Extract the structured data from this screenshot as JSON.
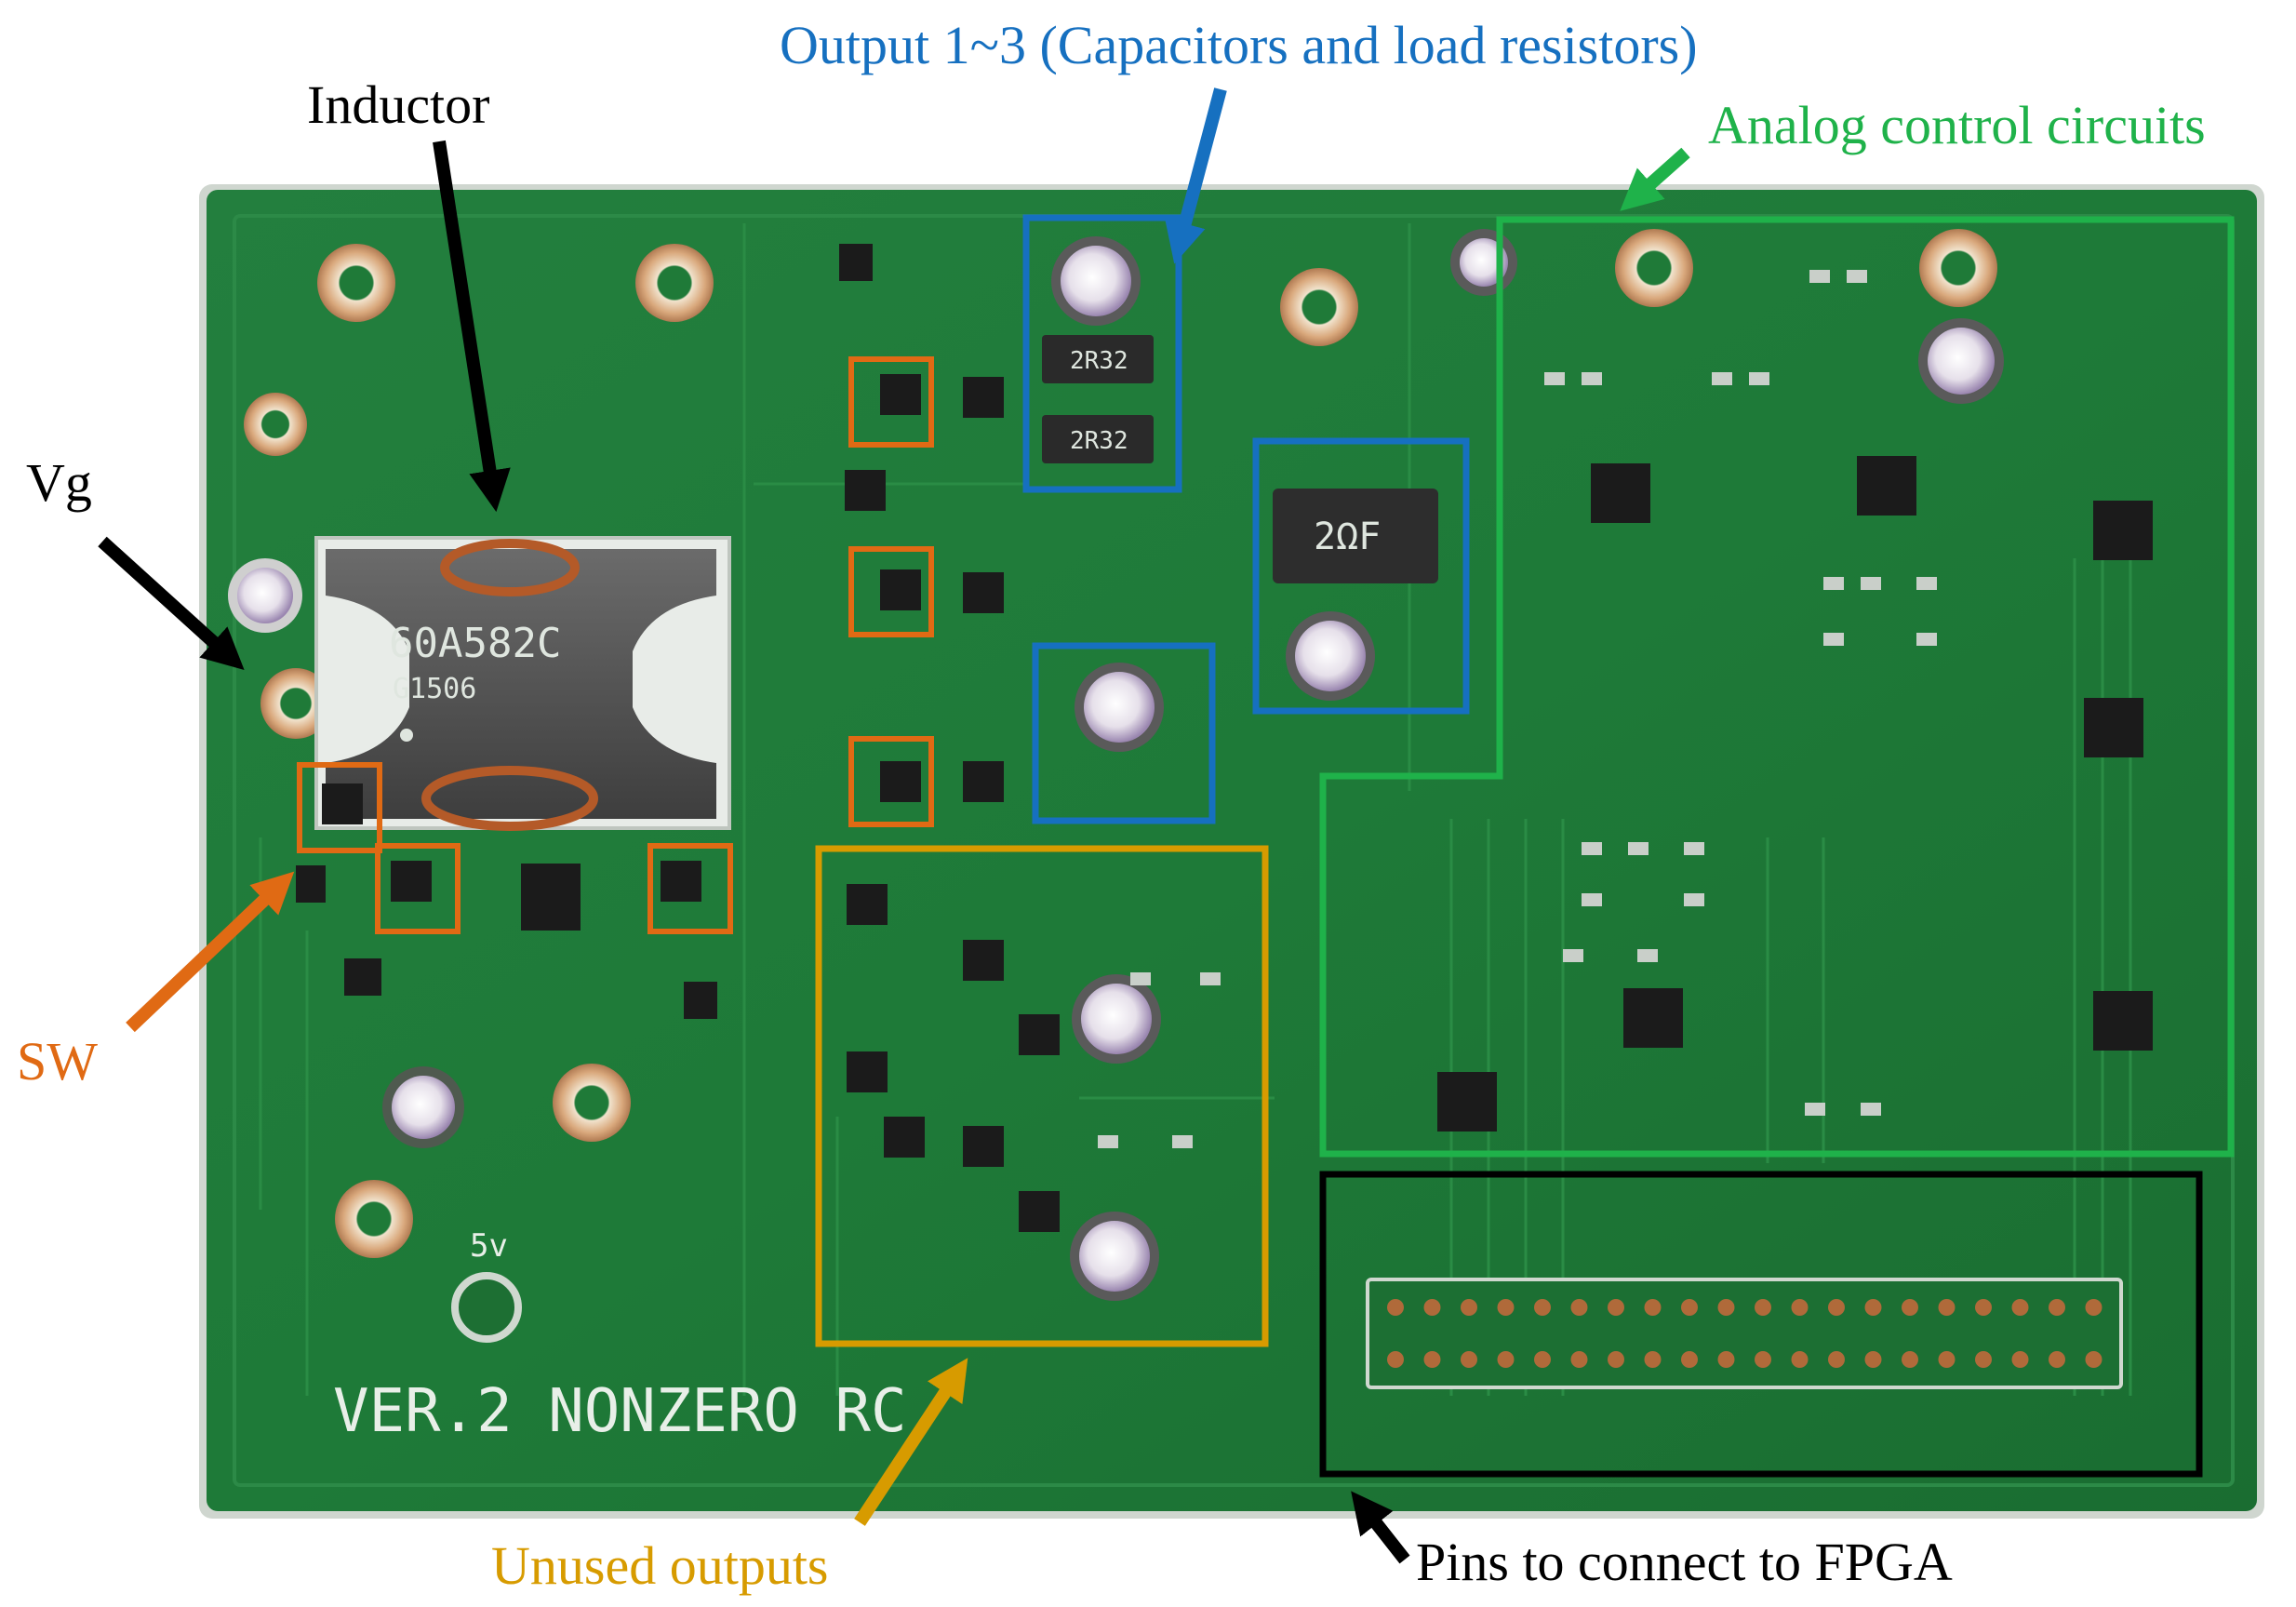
{
  "annotations": {
    "inductor": "Inductor",
    "vg": "Vg",
    "sw": "SW",
    "outputs": "Output 1~3 (Capacitors and load resistors)",
    "analog": "Analog control circuits",
    "unused": "Unused outputs",
    "fpga": "Pins to connect to FPGA"
  },
  "board": {
    "silkscreen": "VER.2 NONZERO RC",
    "inductor_marking": "60A582C",
    "inductor_code": "G1506",
    "power_label": "5v",
    "resistor_marking": "2R32",
    "big_resistor_marking": "2ΩF"
  },
  "colors": {
    "annotation_black": "#000000",
    "sw_orange": "#e06a14",
    "output_blue": "#1670c0",
    "analog_green": "#1fb24a",
    "unused_gold": "#d79b00",
    "pcb_green": "#1f7d3a"
  }
}
